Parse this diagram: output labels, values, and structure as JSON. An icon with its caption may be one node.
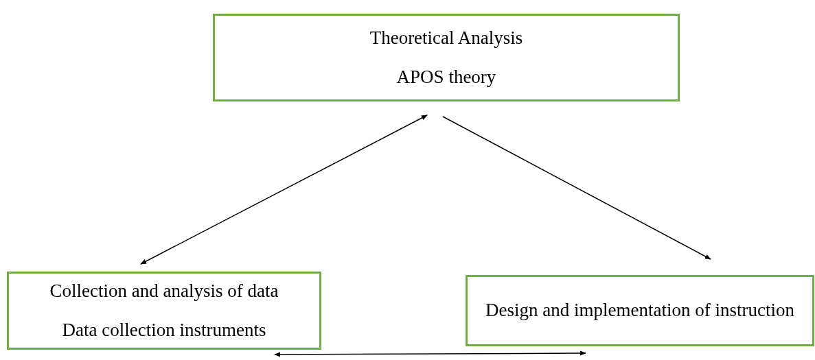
{
  "diagram": {
    "nodes": [
      {
        "text": [
          "Theoretical Analysis",
          "APOS theory"
        ]
      },
      {
        "text": [
          "Collection and analysis of data",
          "Data collection instruments"
        ]
      },
      {
        "text": [
          "Design and implementation of instruction"
        ]
      }
    ],
    "edges": [
      {
        "from": 1,
        "to": 0,
        "arrow": "both"
      },
      {
        "from": 0,
        "to": 2,
        "arrow": "to"
      },
      {
        "from": 1,
        "to": 2,
        "arrow": "both"
      }
    ]
  }
}
